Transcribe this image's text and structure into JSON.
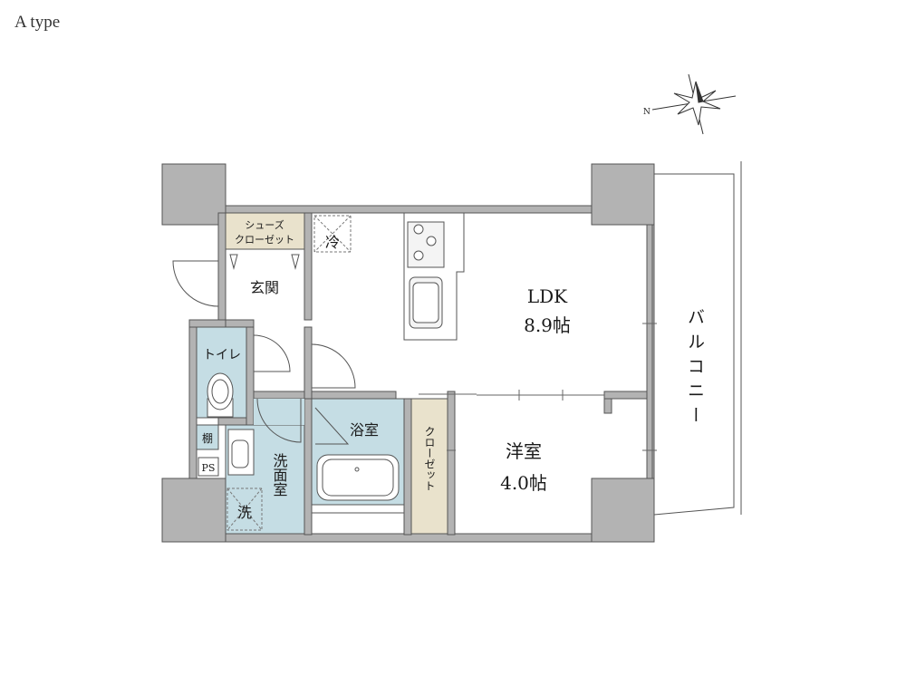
{
  "title": "A type",
  "compass": {
    "north": "N"
  },
  "rooms": {
    "ldk": {
      "name": "LDK",
      "size": "8.9帖"
    },
    "western": {
      "name": "洋室",
      "size": "4.0帖"
    },
    "balcony": "バルコニー",
    "entrance": "玄関",
    "shoe_closet_1": "シューズ",
    "shoe_closet_2": "クローゼット",
    "toilet": "トイレ",
    "shelf": "棚",
    "ps": "PS",
    "washroom": "洗面室",
    "bathroom": "浴室",
    "closet": "クローゼット",
    "fridge": "冷",
    "washer": "洗"
  },
  "colors": {
    "wall": "#b3b3b3",
    "wet_area": "#c5dde4",
    "closet": "#e9e2cc",
    "line": "#555555"
  }
}
